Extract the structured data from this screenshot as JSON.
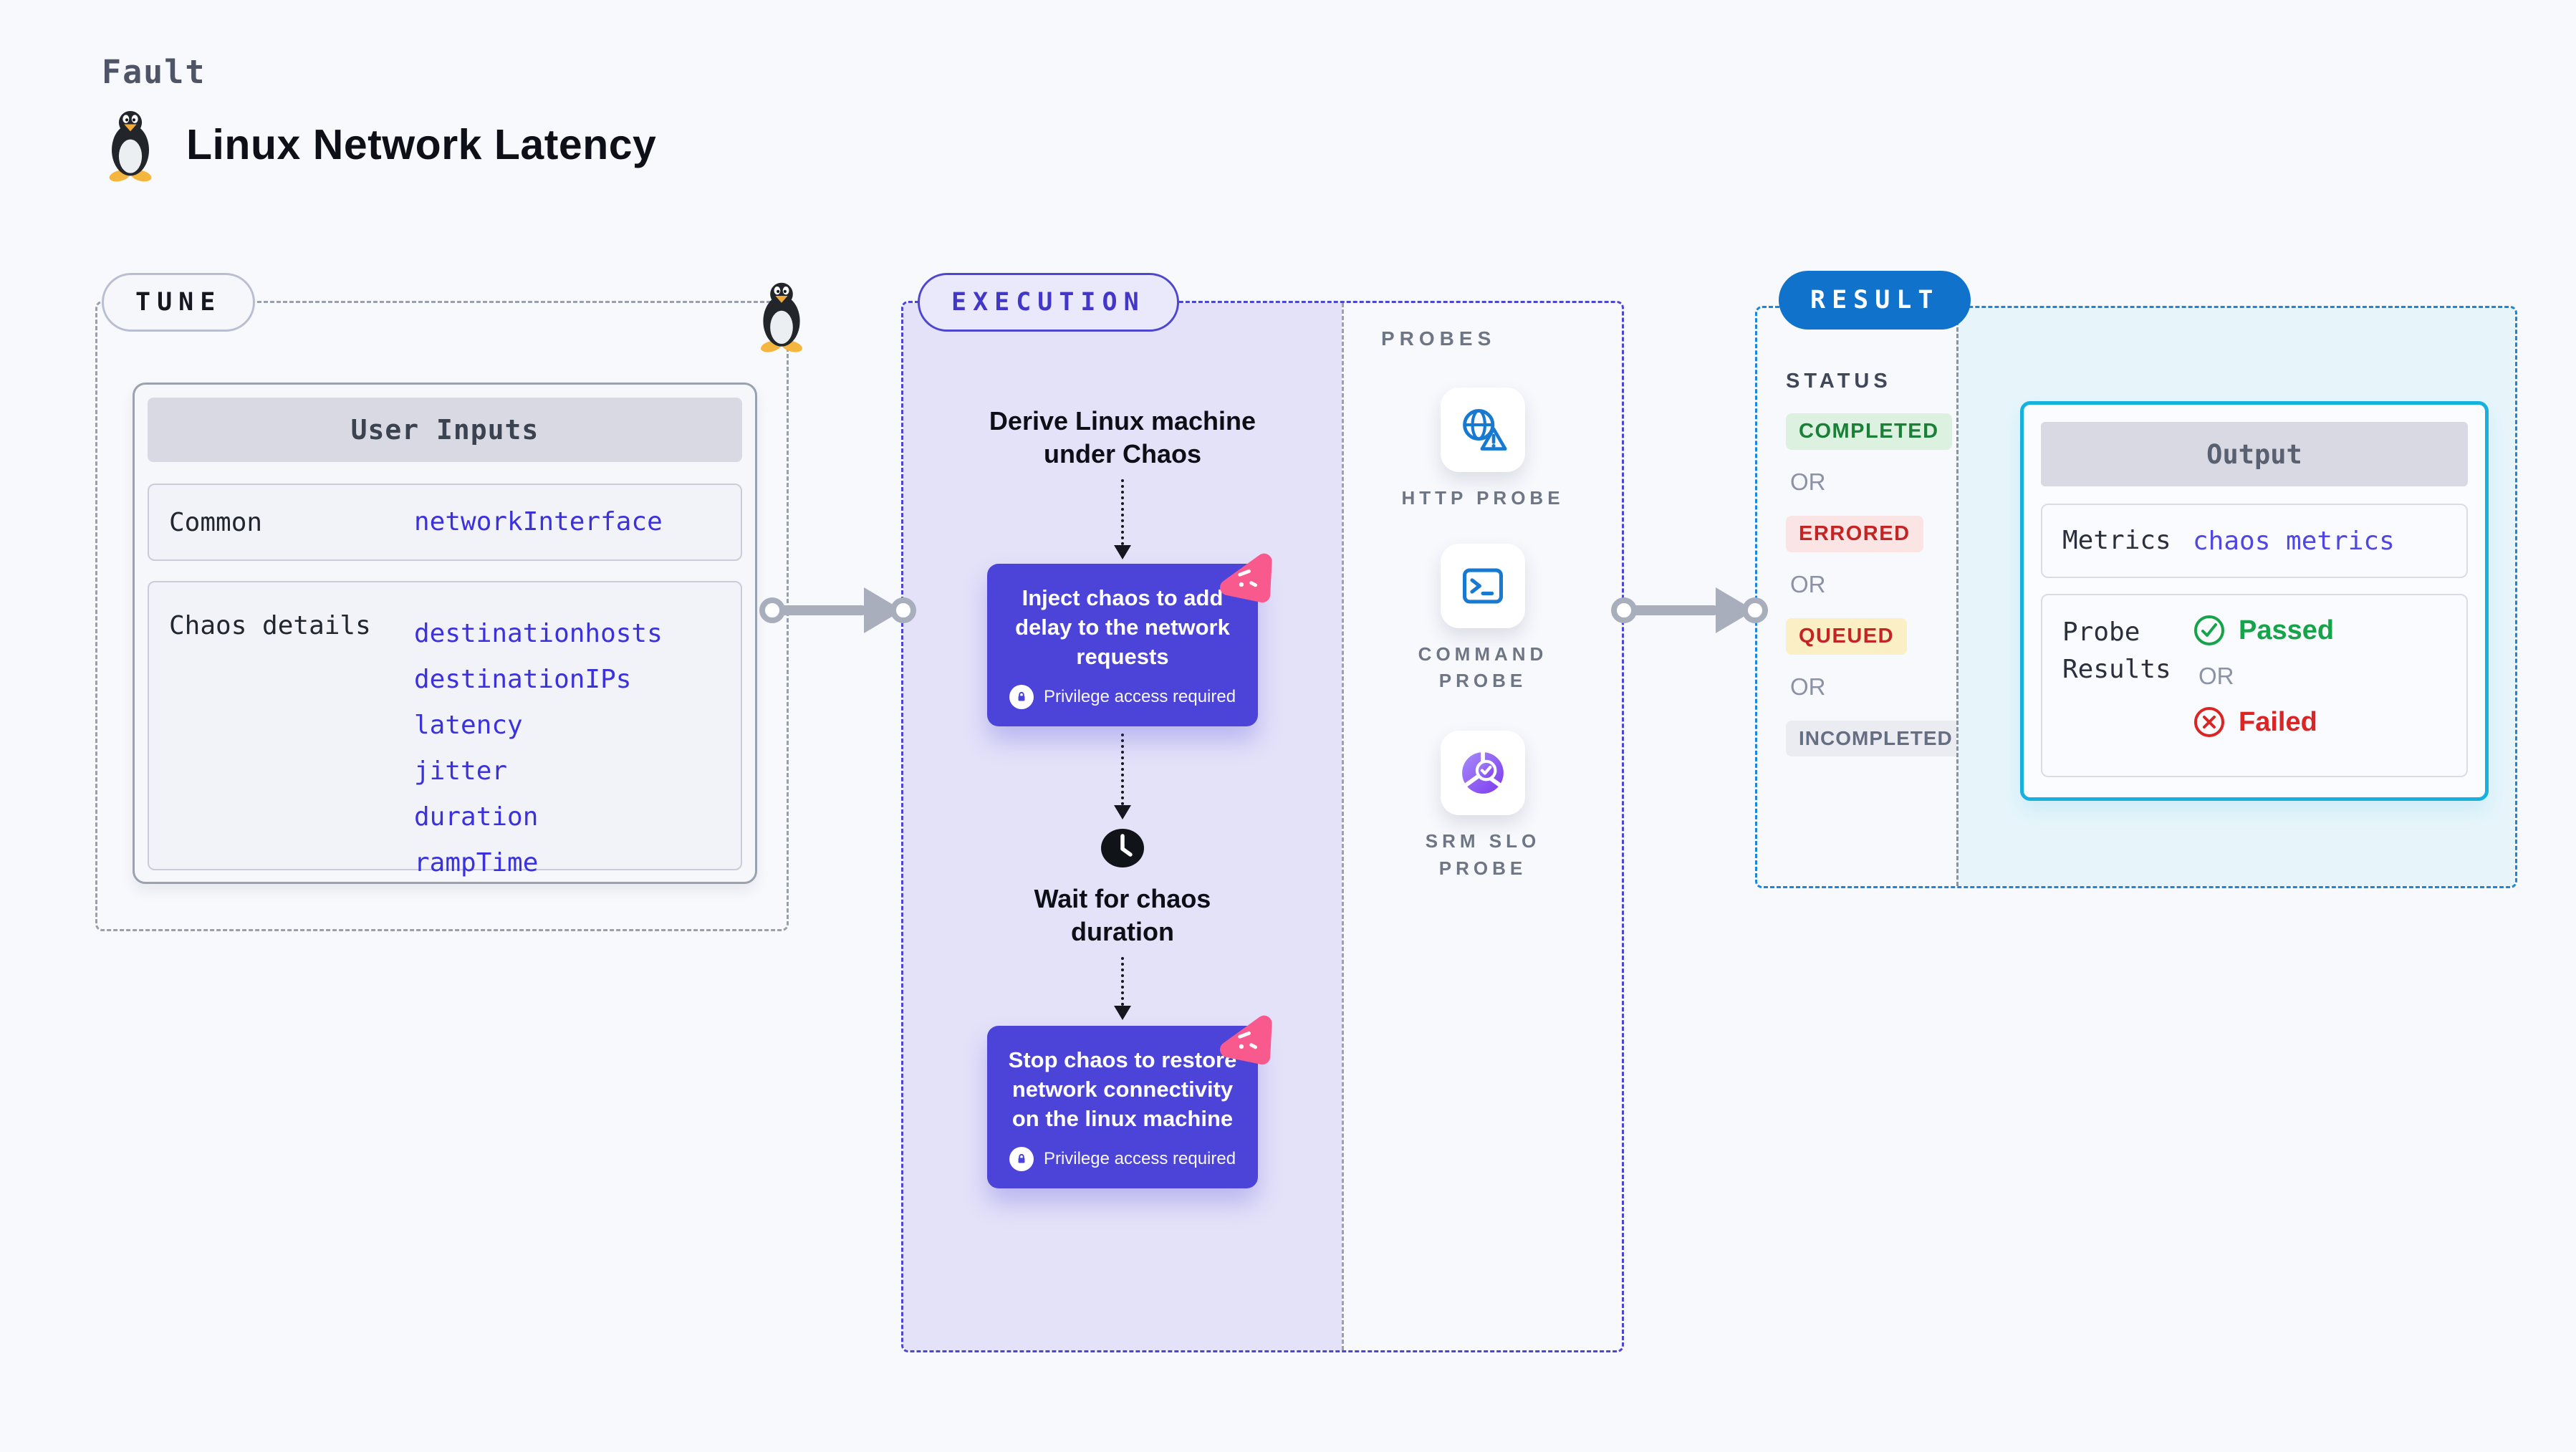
{
  "header": {
    "kicker": "Fault",
    "title": "Linux Network Latency",
    "title_icon": "tux-penguin-icon"
  },
  "tune": {
    "badge": "TUNE",
    "corner_icon": "tux-penguin-icon",
    "card": {
      "header": "User Inputs",
      "rows": [
        {
          "label": "Common",
          "values": [
            "networkInterface"
          ]
        },
        {
          "label": "Chaos details",
          "values": [
            "destinationhosts",
            "destinationIPs",
            "latency",
            "jitter",
            "duration",
            "rampTime"
          ]
        }
      ]
    }
  },
  "execution": {
    "badge": "EXECUTION",
    "derive_title": "Derive Linux machine under Chaos",
    "inject": {
      "title": "Inject chaos to add delay to the network requests",
      "privilege_note": "Privilege access required",
      "corner_icon": "chaos-icon",
      "lock_icon": "lock-icon"
    },
    "wait": {
      "title": "Wait for chaos duration",
      "icon": "clock-icon"
    },
    "stop": {
      "title": "Stop chaos to restore network connectivity on the linux machine",
      "privilege_note": "Privilege access required",
      "corner_icon": "chaos-icon",
      "lock_icon": "lock-icon"
    }
  },
  "probes": {
    "heading": "PROBES",
    "items": [
      {
        "label": "HTTP PROBE",
        "icon": "globe-alert-icon"
      },
      {
        "label": "COMMAND PROBE",
        "icon": "terminal-icon"
      },
      {
        "label": "SRM SLO PROBE",
        "icon": "slo-pie-icon"
      }
    ]
  },
  "result": {
    "badge": "RESULT",
    "status": {
      "heading": "STATUS",
      "separator": "OR",
      "badges": [
        {
          "label": "COMPLETED",
          "fg": "#1a8038",
          "bg": "#ddf1e0"
        },
        {
          "label": "ERRORED",
          "fg": "#c42424",
          "bg": "#fbe4e4"
        },
        {
          "label": "QUEUED",
          "fg": "#c42424",
          "bg": "#faefc5"
        },
        {
          "label": "INCOMPLETED",
          "fg": "#666e84",
          "bg": "#ebecf2"
        }
      ]
    },
    "output": {
      "header": "Output",
      "metrics_label": "Metrics",
      "metrics_value": "chaos metrics",
      "probe_label": "Probe Results",
      "passed": "Passed",
      "or": "OR",
      "failed": "Failed"
    }
  },
  "colors": {
    "page_bg": "#f8f9fd",
    "accent_indigo": "#4c43d8",
    "execution_fill": "#e4e2f9",
    "execution_border": "#4f46cf",
    "tune_border": "#99a0ac",
    "result_border": "#1d86d8",
    "result_pill_bg": "#1172cb",
    "output_border": "#16b1de",
    "output_panel_bg": "#e7f5fb",
    "value_text": "#3b31dd",
    "probe_icon_blue": "#1779d0",
    "chaos_pink": "#f85a8e",
    "passed_green": "#16a34a",
    "failed_red": "#da2525",
    "arrow_gray": "#a9aebd"
  }
}
